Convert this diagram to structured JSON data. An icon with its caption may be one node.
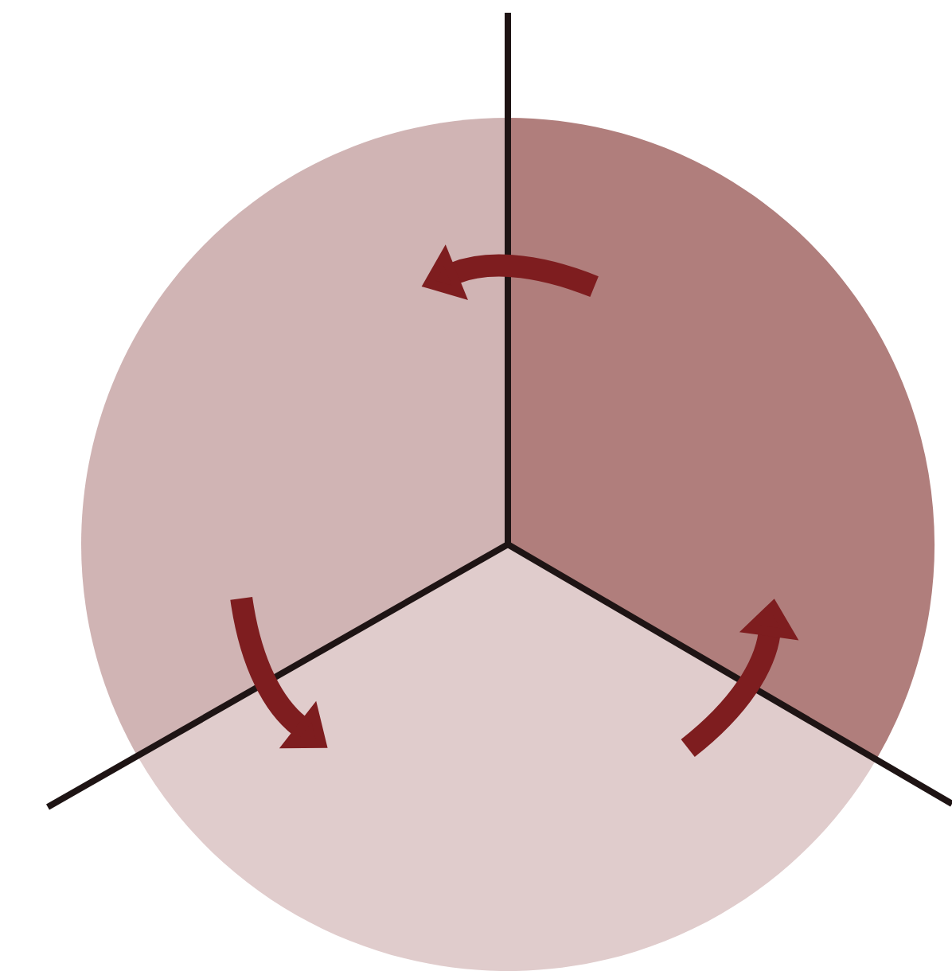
{
  "diagram": {
    "nodes": [
      {
        "text": [],
        "shape": "sector"
      },
      {
        "text": [],
        "shape": "sector"
      },
      {
        "text": [],
        "shape": "sector"
      }
    ],
    "edges": [
      {
        "from": 1,
        "to": 0,
        "arrow": "to"
      },
      {
        "from": 0,
        "to": 2,
        "arrow": "to"
      },
      {
        "from": 2,
        "to": 1,
        "arrow": "to"
      }
    ]
  }
}
